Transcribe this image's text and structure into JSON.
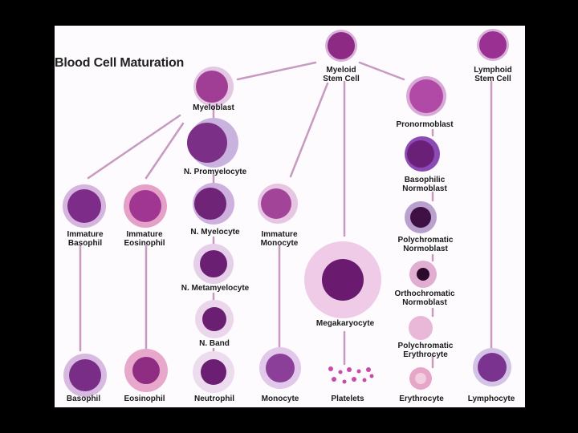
{
  "title": "Blood Cell Maturation",
  "cells": {
    "myeloid_stem": "Myeloid\nStem Cell",
    "lymphoid_stem": "Lymphoid\nStem Cell",
    "myeloblast": "Myeloblast",
    "promyelocyte": "N. Promyelocyte",
    "pronormoblast": "Pronormoblast",
    "basophilic_normoblast": "Basophilic\nNormoblast",
    "immature_basophil": "Immature\nBasophil",
    "immature_eosinophil": "Immature\nEosinophil",
    "myelocyte": "N. Myelocyte",
    "immature_monocyte": "Immature\nMonocyte",
    "polychromatic_normoblast": "Polychromatic\nNormoblast",
    "metamyelocyte": "N. Metamyelocyte",
    "megakaryocyte": "Megakaryocyte",
    "orthochromatic_normoblast": "Orthochromatic\nNormoblast",
    "band": "N. Band",
    "polychromatic_erythrocyte": "Polychromatic\nErythrocyte",
    "basophil": "Basophil",
    "eosinophil": "Eosinophil",
    "neutrophil": "Neutrophil",
    "monocyte": "Monocyte",
    "platelets": "Platelets",
    "erythrocyte": "Erythrocyte",
    "lymphocyte": "Lymphocyte"
  },
  "colors": {
    "line": "#c79ac0",
    "nucleus": "#6b1f73",
    "cytoplasm": "#c9a3d6",
    "rbc": "#e7a6c8"
  }
}
